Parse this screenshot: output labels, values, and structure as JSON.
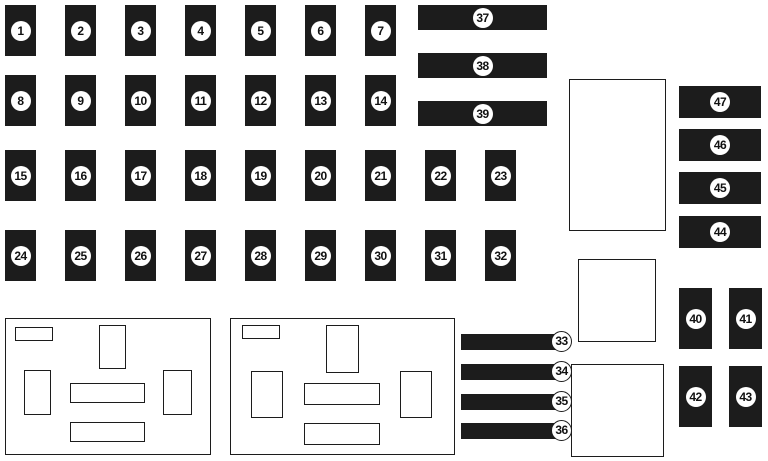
{
  "colors": {
    "fuse": "#1c1c1c",
    "outline": "#1c1c1c",
    "background": "#ffffff"
  },
  "fuses": {
    "row1": [
      "1",
      "2",
      "3",
      "4",
      "5",
      "6",
      "7"
    ],
    "row2": [
      "8",
      "9",
      "10",
      "11",
      "12",
      "13",
      "14"
    ],
    "row3": [
      "15",
      "16",
      "17",
      "18",
      "19",
      "20",
      "21",
      "22",
      "23"
    ],
    "row4": [
      "24",
      "25",
      "26",
      "27",
      "28",
      "29",
      "30",
      "31",
      "32"
    ],
    "top_wide": [
      "37",
      "38",
      "39"
    ],
    "right_wide": [
      "47",
      "46",
      "45",
      "44"
    ],
    "bottom_wide": [
      "33",
      "34",
      "35",
      "36"
    ],
    "right_square": [
      "40",
      "41",
      "42",
      "43"
    ]
  }
}
